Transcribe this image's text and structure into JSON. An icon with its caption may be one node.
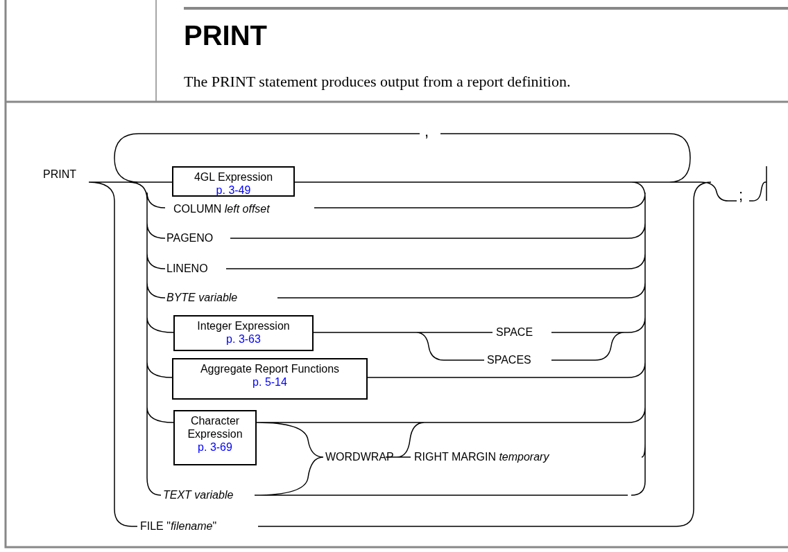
{
  "diagram": {
    "title": "PRINT",
    "nodes": [
      {
        "text": [
          "4GL Expression",
          "p. 3-49"
        ]
      },
      {
        "text": [
          "Integer Expression",
          "p. 3-63"
        ]
      },
      {
        "text": [
          "Aggregate Report Functions",
          "p. 5-14"
        ]
      },
      {
        "text": [
          "Character Expression",
          "p. 3-69"
        ]
      }
    ],
    "labels": [
      "The PRINT statement produces output from a report definition.",
      "PRINT",
      ",",
      "COLUMN *left offset*",
      "PAGENO",
      "LINENO",
      "*BYTE variable*",
      "SPACE",
      "SPACES",
      "WORDWRAP",
      "RIGHT MARGIN *temporary*",
      "*TEXT variable*",
      "FILE \"*filename*\"",
      ";"
    ]
  }
}
